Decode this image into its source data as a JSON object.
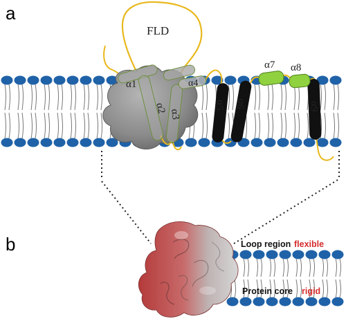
{
  "panels": {
    "a": {
      "label": "a"
    },
    "b": {
      "label": "b"
    }
  },
  "diagram": {
    "fld_label": "FLD",
    "helices": {
      "a1": "α1",
      "a2": "α2",
      "a3": "α3",
      "a4": "α4",
      "a5": "α5",
      "a6": "α6",
      "a7": "α7",
      "a8": "α8",
      "a9": "α9"
    },
    "annotations": {
      "loop_region": "Loop region",
      "flexible": "flexible",
      "protein_core": "Protein core",
      "rigid": "rigid"
    }
  },
  "colors": {
    "lipid_head": "#1f62a8",
    "lipid_tail": "#777777",
    "loop_yellow": "#e8b81c",
    "core_gray": "#8c8c8c",
    "helix_gray": "#a6a6a6",
    "helix_black": "#111111",
    "helix_green": "#8fd13f",
    "flexible_red": "#d62c2c",
    "rigid_red": "#d62c2c"
  }
}
